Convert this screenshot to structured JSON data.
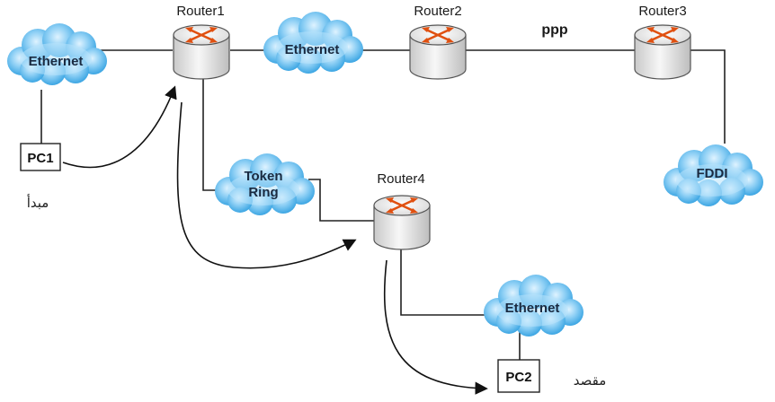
{
  "routers": {
    "r1": "Router1",
    "r2": "Router2",
    "r3": "Router3",
    "r4": "Router4"
  },
  "clouds": {
    "c1": "Ethernet",
    "c2": "Ethernet",
    "c3": "FDDI",
    "c4a": "Token",
    "c4b": "Ring",
    "c5": "Ethernet"
  },
  "links": {
    "ppp": "ppp"
  },
  "pcs": {
    "pc1": "PC1",
    "pc2": "PC2"
  },
  "annotations": {
    "source": "مبدأ",
    "destination": "مقصد"
  }
}
